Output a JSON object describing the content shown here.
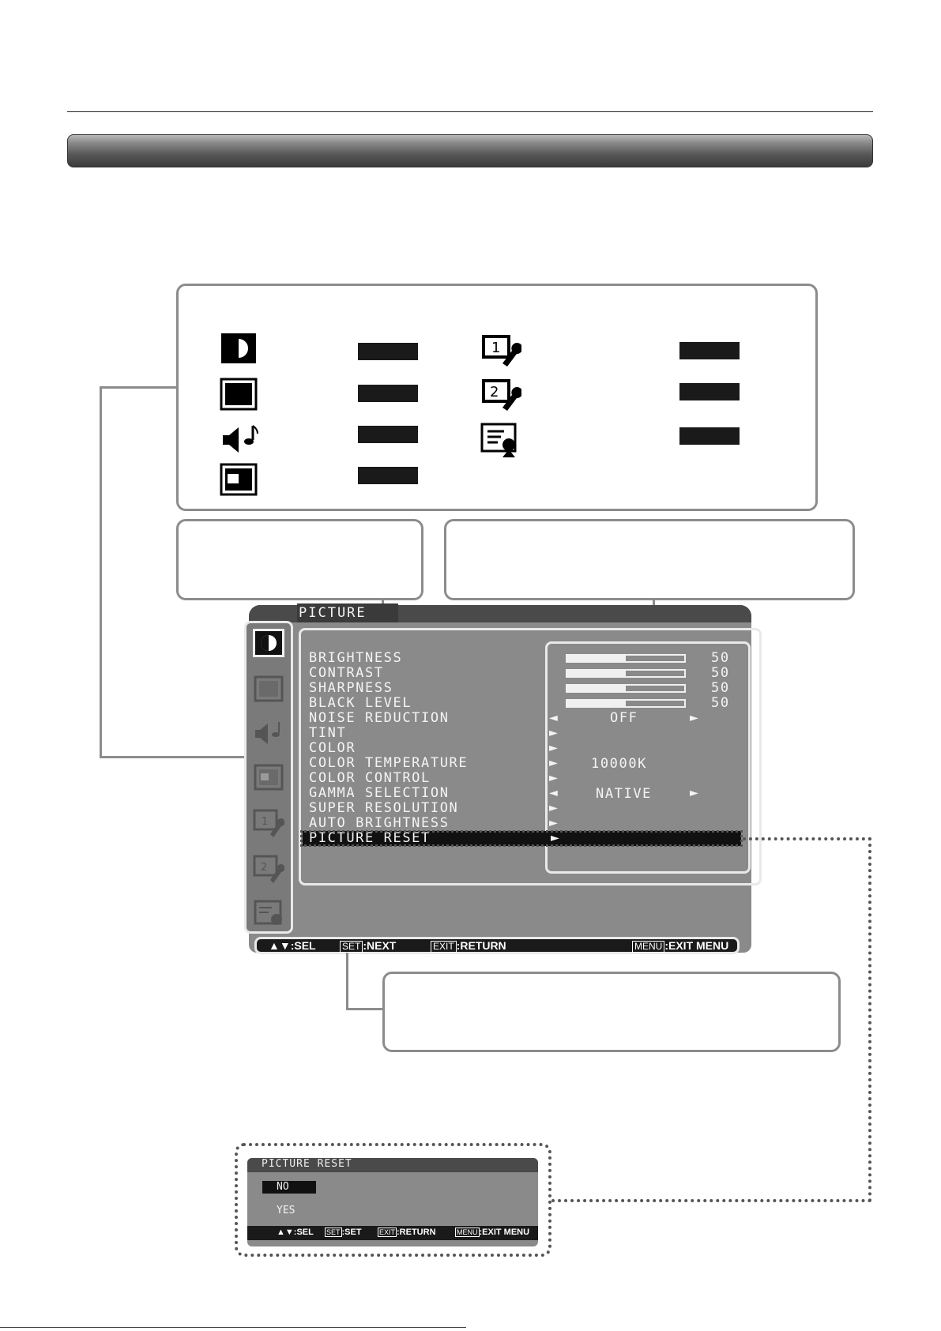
{
  "osd": {
    "title": "PICTURE",
    "menu_items": [
      "BRIGHTNESS",
      "CONTRAST",
      "SHARPNESS",
      "BLACK LEVEL",
      "NOISE REDUCTION",
      "TINT",
      "COLOR",
      "COLOR TEMPERATURE",
      "COLOR CONTROL",
      "GAMMA SELECTION",
      "SUPER RESOLUTION",
      "AUTO BRIGHTNESS",
      "PICTURE RESET"
    ],
    "selected_item": "PICTURE RESET",
    "sliders": [
      {
        "label": "BRIGHTNESS",
        "value": "50",
        "level": 0.5
      },
      {
        "label": "CONTRAST",
        "value": "50",
        "level": 0.5
      },
      {
        "label": "SHARPNESS",
        "value": "50",
        "level": 0.5
      },
      {
        "label": "BLACK LEVEL",
        "value": "50",
        "level": 0.5
      }
    ],
    "noise_reduction_value": "OFF",
    "color_temperature_value": "10000K",
    "gamma_selection_value": "NATIVE",
    "arrow_left": "◄",
    "arrow_right": "►",
    "footer": {
      "sel_keys": "▲▼",
      "sel_label": ":SEL",
      "set_key": "SET",
      "set_label": ":NEXT",
      "exit_key": "EXIT",
      "exit_label": ":RETURN",
      "menu_key": "MENU",
      "menu_label": ":EXIT MENU"
    }
  },
  "sidebar_icons": [
    "picture-icon",
    "screen-icon",
    "audio-icon",
    "pip-icon",
    "setup1-icon",
    "setup2-icon",
    "information-icon"
  ],
  "legend_icons": [
    "picture-icon",
    "screen-icon",
    "audio-icon",
    "pip-icon",
    "setup1-icon",
    "setup2-icon",
    "information-icon"
  ],
  "reset_popup": {
    "title": "PICTURE RESET",
    "options": [
      "NO",
      "YES"
    ],
    "selected": "NO",
    "footer": {
      "sel_keys": "▲▼",
      "sel_label": ":SEL",
      "set_key": "SET",
      "set_label": ":SET",
      "exit_key": "EXIT",
      "exit_label": ":RETURN",
      "menu_key": "MENU",
      "menu_label": ":EXIT MENU"
    }
  },
  "colors": {
    "osd_bg": "#8a8a8a",
    "osd_dark": "#1a1a1a",
    "callout_border": "#8c8c8c"
  }
}
